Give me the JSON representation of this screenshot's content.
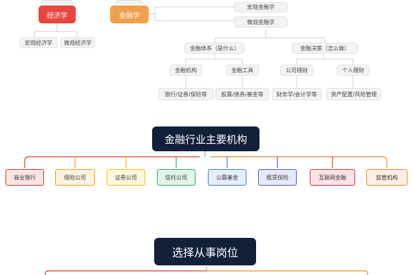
{
  "econ": {
    "title": "经济学",
    "children": [
      "宏观经济学",
      "微观经济学"
    ]
  },
  "finance": {
    "title": "金融学",
    "children": [
      "宏观金融学",
      "微观金融学"
    ],
    "system": {
      "title": "金融体系（是什么）",
      "children": [
        {
          "title": "金融机构",
          "leaf": "银行/证券/保险等"
        },
        {
          "title": "金融工具",
          "leaf": "股票/债券/基金等"
        }
      ]
    },
    "decision": {
      "title": "金融决策（怎么做）",
      "children": [
        {
          "title": "公司理财",
          "leaf": "财务学/会计学等"
        },
        {
          "title": "个人理财",
          "leaf": "资产配置/风险管理"
        }
      ]
    }
  },
  "institutions": {
    "title": "金融行业主要机构",
    "items": [
      {
        "label": "商业银行",
        "color": "#d9342b"
      },
      {
        "label": "保险公司",
        "color": "#f39c12"
      },
      {
        "label": "证券公司",
        "color": "#f1c40f"
      },
      {
        "label": "信托公司",
        "color": "#27ae60"
      },
      {
        "label": "公募基金",
        "color": "#3f7be0"
      },
      {
        "label": "租赁保险",
        "color": "#4a58d6"
      },
      {
        "label": "互联网金融",
        "color": "#e0303d"
      },
      {
        "label": "监管机构",
        "color": "#f08a24"
      }
    ]
  },
  "jobs": {
    "title": "选择从事岗位"
  },
  "colors": {
    "econ": "#e8463f",
    "finance": "#f0a04b",
    "banner": "#13203a"
  }
}
